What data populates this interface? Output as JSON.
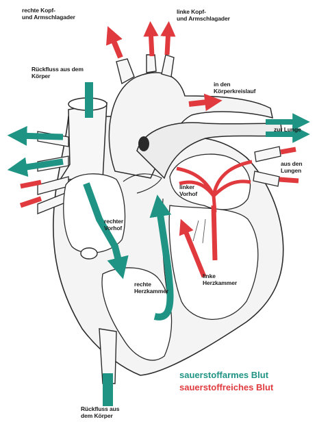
{
  "labels": {
    "right_head_arm_arteries": "rechte Kopf-\nund Armschlagader",
    "left_head_arm_arteries": "linke Kopf-\nund Armschlagader",
    "return_from_body_top": "Rückfluss aus dem\nKörper",
    "to_body_circulation": "in den\nKörperkreislauf",
    "to_lungs": "zur Lunge",
    "from_lungs": "aus den\nLungen",
    "left_atrium": "linker\nVorhof",
    "right_atrium": "rechter\nVorhof",
    "right_ventricle": "rechte\nHerzkammer",
    "left_ventricle": "linke\nHerzkammer",
    "return_from_body_bottom": "Rückfluss aus\ndem Körper"
  },
  "legend": {
    "deoxygenated_label": "sauerstoffarmes Blut",
    "oxygenated_label": "sauerstoffreiches Blut"
  },
  "colors": {
    "deoxygenated": "#1f9484",
    "oxygenated": "#e03a3e",
    "outline": "#2a2a2a",
    "wall_fill": "#f4f4f4"
  }
}
